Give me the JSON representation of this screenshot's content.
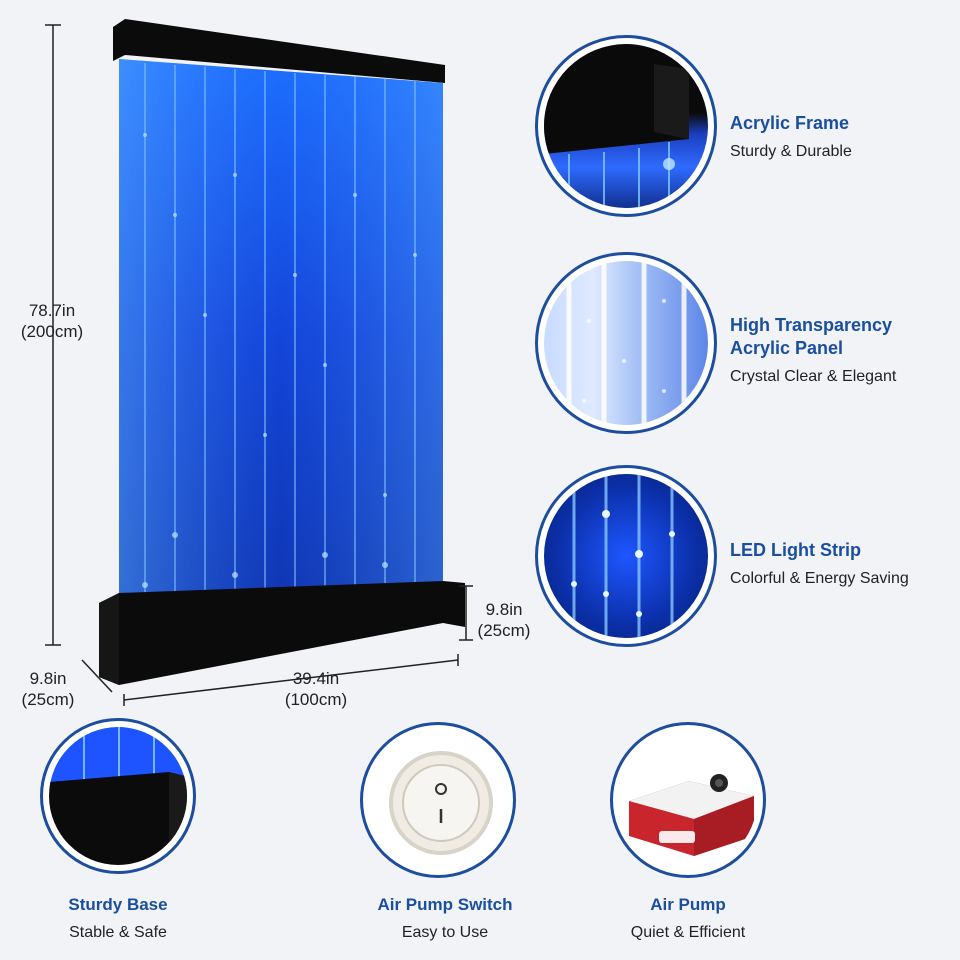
{
  "dimensions": {
    "height_in": "78.7in",
    "height_cm": "(200cm)",
    "base_height_in": "9.8in",
    "base_height_cm": "(25cm)",
    "depth_in": "9.8in",
    "depth_cm": "(25cm)",
    "width_in": "39.4in",
    "width_cm": "(100cm)"
  },
  "features_right": [
    {
      "title": "Acrylic Frame",
      "subtitle": "Sturdy & Durable",
      "icon": "frame-closeup"
    },
    {
      "title_line1": "High Transparency",
      "title_line2": "Acrylic Panel",
      "subtitle": "Crystal Clear & Elegant",
      "icon": "panel-closeup"
    },
    {
      "title": "LED Light Strip",
      "subtitle": "Colorful & Energy Saving",
      "icon": "led-closeup"
    }
  ],
  "features_bottom": [
    {
      "title": "Sturdy Base",
      "subtitle": "Stable & Safe",
      "icon": "base-closeup"
    },
    {
      "title": "Air Pump Switch",
      "subtitle": "Easy to Use",
      "icon": "switch-closeup"
    },
    {
      "title": "Air Pump",
      "subtitle": "Quiet & Efficient",
      "icon": "pump-closeup"
    }
  ],
  "colors": {
    "accent": "#1c4d9e",
    "title": "#1a4fa0",
    "led_blue": "#1f5cff"
  }
}
